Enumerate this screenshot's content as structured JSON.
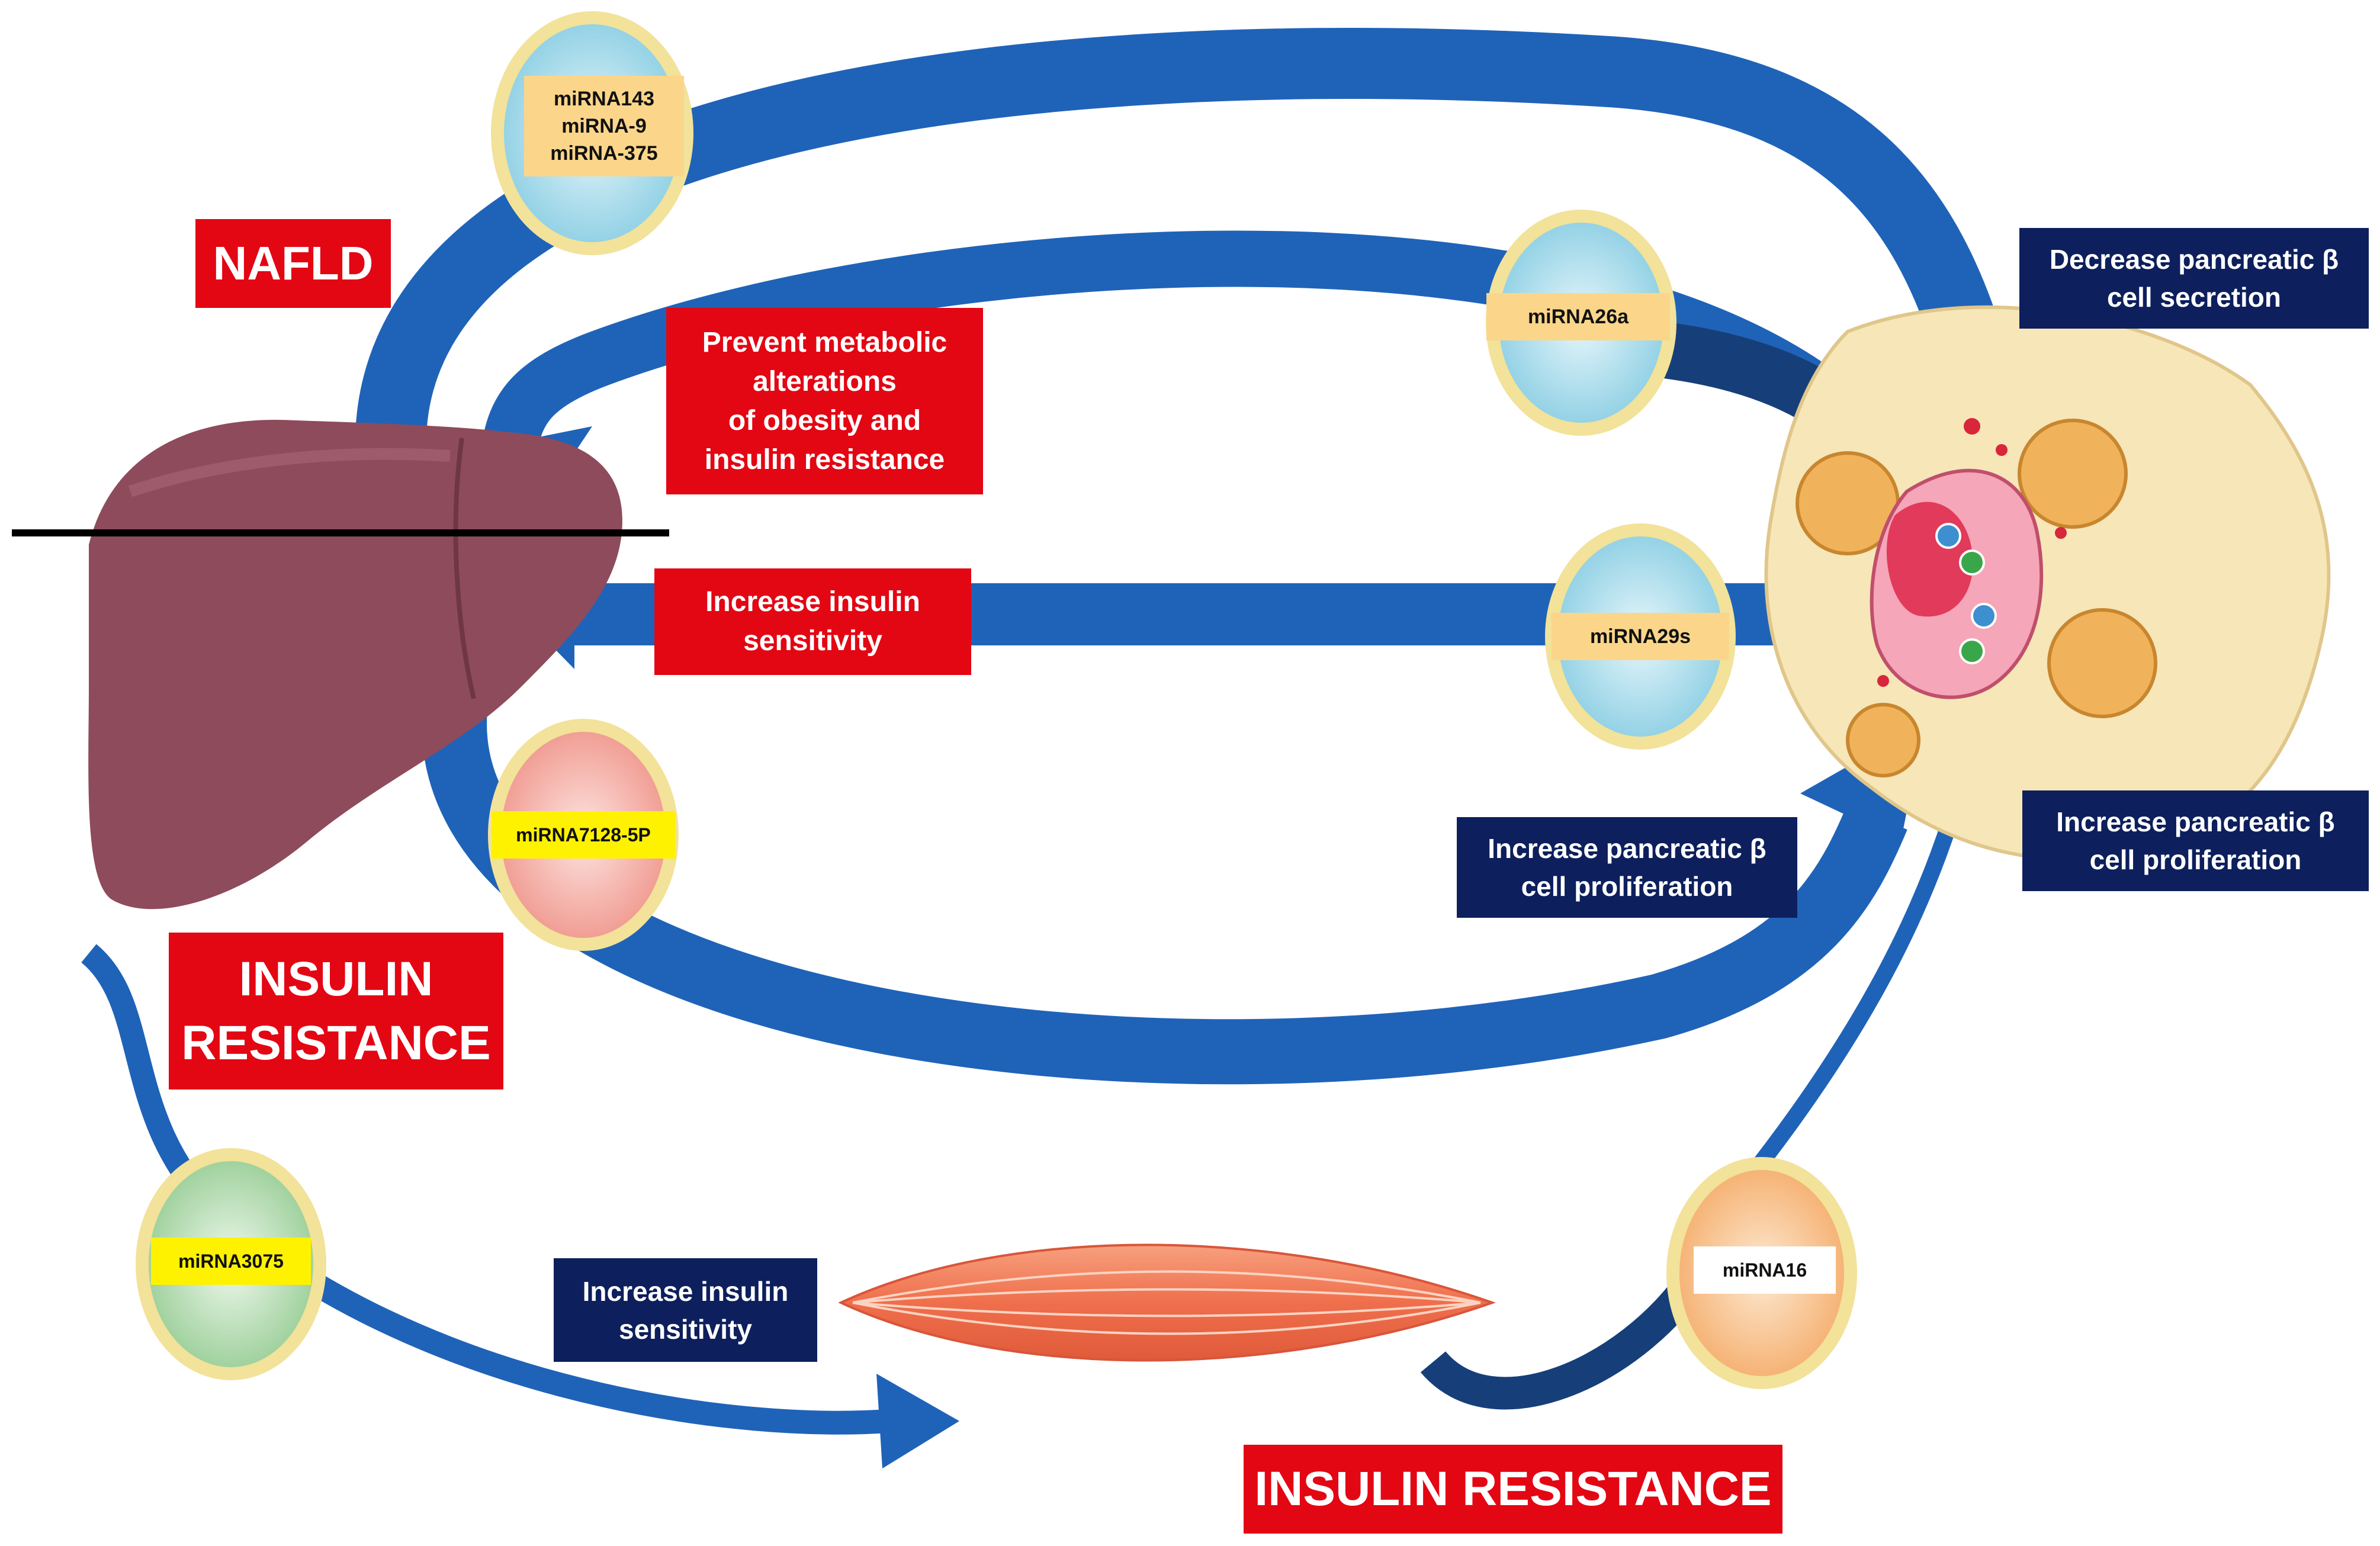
{
  "colors": {
    "arrow_blue": "#1f63b8",
    "arrow_dark": "#163f7a",
    "label_red": "#e30613",
    "label_navy": "#0d1f5c",
    "liver": "#8e4b5c",
    "muscle": "#f07a57",
    "vesicle_rim": "#f2e29a",
    "pancreas_tissue": "#f6e6b8"
  },
  "labels": {
    "nafld": "NAFLD",
    "insulin_resistance_left": "INSULIN\nRESISTANCE",
    "insulin_resistance_bottom": "INSULIN RESISTANCE",
    "prevent_metabolic": "Prevent metabolic\nalterations\nof obesity and\ninsulin resistance",
    "increase_sensitivity_red": "Increase insulin\nsensitivity",
    "decrease_secretion": "Decrease pancreatic β\ncell secretion",
    "increase_proliferation_right": "Increase pancreatic β\ncell proliferation",
    "increase_proliferation_mid": "Increase pancreatic β\ncell proliferation",
    "increase_sensitivity_navy": "Increase insulin\nsensitivity"
  },
  "mirnas": {
    "m143": "miRNA143\nmiRNA-9\nmiRNA-375",
    "m26a": "miRNA26a",
    "m29s": "miRNA29s",
    "m7128": "miRNA7128-5P",
    "m3075": "miRNA3075",
    "m16": "miRNA16"
  },
  "icons": [
    "liver-icon",
    "pancreas-islet-icon",
    "muscle-icon",
    "exosome-vesicle-icon"
  ]
}
